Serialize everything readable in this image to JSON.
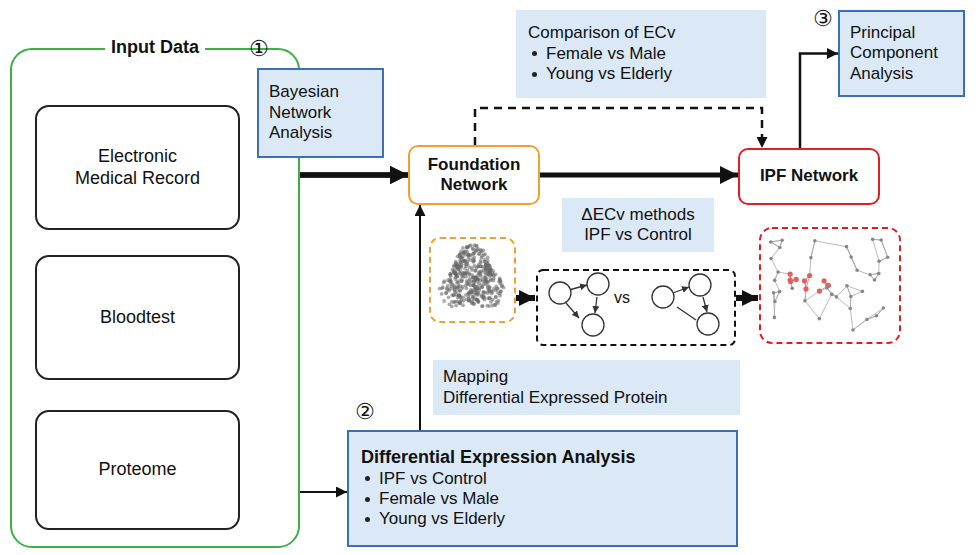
{
  "diagram": {
    "nodes": [
      {
        "text": [
          "Input Data"
        ]
      },
      {
        "text": [
          "Electronic Medical Record"
        ],
        "in": 0
      },
      {
        "text": [
          "Bloodtest"
        ],
        "in": 0
      },
      {
        "text": [
          "Proteome"
        ],
        "in": 0
      },
      {
        "text": [
          "Bayesian Network Analysis"
        ]
      },
      {
        "text": [
          "Comparison of ECv",
          "Female vs Male",
          "Young vs Elderly"
        ]
      },
      {
        "text": [
          "Principal Component Analysis"
        ]
      },
      {
        "text": [
          "Foundation Network"
        ]
      },
      {
        "text": [
          "IPF Network"
        ]
      },
      {
        "text": [
          "ΔECv methods",
          "IPF vs Control"
        ]
      },
      {
        "text": [
          "Mapping",
          "Differential Expressed Protein"
        ]
      },
      {
        "text": [
          "Differential Expression Analysis",
          "IPF vs Control",
          "Female vs Male",
          "Young vs Elderly"
        ]
      }
    ],
    "edges": [
      {
        "from": 1,
        "to": 7,
        "arrow": "to"
      },
      {
        "from": 2,
        "to": 7,
        "arrow": "to"
      },
      {
        "from": 3,
        "to": 7,
        "arrow": "to"
      },
      {
        "from": 7,
        "to": 8,
        "arrow": "to"
      },
      {
        "from": 7,
        "to": 8,
        "arrow": "to"
      },
      {
        "from": 8,
        "to": 6,
        "arrow": "to"
      },
      {
        "from": 3,
        "to": 11,
        "arrow": "to"
      },
      {
        "from": 11,
        "to": 7,
        "arrow": "to"
      }
    ],
    "labels": [
      "①",
      "②",
      "③",
      "vs"
    ]
  }
}
